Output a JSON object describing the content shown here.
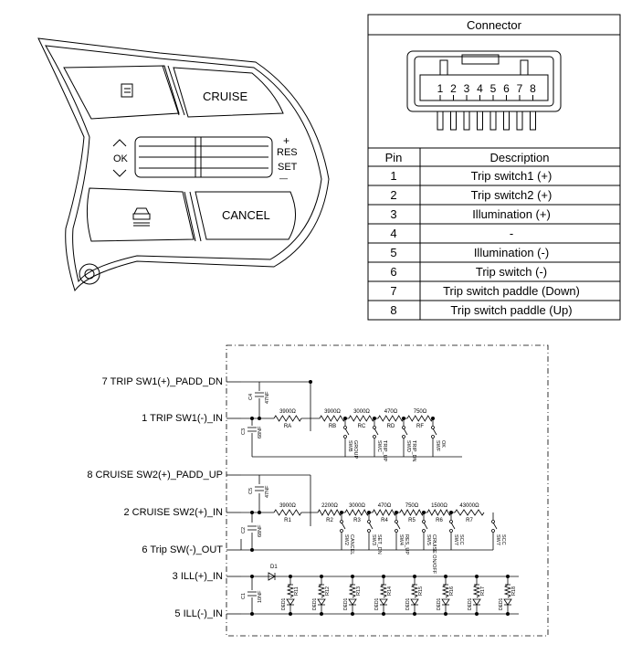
{
  "connector": {
    "title": "Connector",
    "pin_numbers": [
      "1",
      "2",
      "3",
      "4",
      "5",
      "6",
      "7",
      "8"
    ],
    "header": {
      "pin": "Pin",
      "description": "Description"
    },
    "rows": [
      {
        "pin": "1",
        "description": "Trip switch1 (+)"
      },
      {
        "pin": "2",
        "description": "Trip switch2 (+)"
      },
      {
        "pin": "3",
        "description": "Illumination (+)"
      },
      {
        "pin": "4",
        "description": "-"
      },
      {
        "pin": "5",
        "description": "Illumination (-)"
      },
      {
        "pin": "6",
        "description": "Trip switch (-)"
      },
      {
        "pin": "7",
        "description": "Trip switch paddle (Down)"
      },
      {
        "pin": "8",
        "description": "Trip switch paddle (Up)"
      }
    ]
  },
  "switch_panel": {
    "cruise": "CRUISE",
    "cancel": "CANCEL",
    "ok": "OK",
    "res": "RES",
    "set": "SET",
    "plus": "+",
    "minus": "—"
  },
  "schematic": {
    "terminals": {
      "t7": "7 TRIP SW1(+)_PADD_DN",
      "t1": "1 TRIP SW1(-)_IN",
      "t8": "8 CRUISE SW2(+)_PADD_UP",
      "t2": "2 CRUISE SW2(+)_IN",
      "t6": "6 Trip SW(-)_OUT",
      "t3": "3 ILL(+)_IN",
      "t5": "5 ILL(-)_IN"
    },
    "trip_row": {
      "resistors": [
        {
          "name": "RA",
          "value": "3900Ω"
        },
        {
          "name": "RB",
          "value": "3900Ω"
        },
        {
          "name": "RC",
          "value": "3000Ω"
        },
        {
          "name": "RD",
          "value": "470Ω"
        },
        {
          "name": "RF",
          "value": "750Ω"
        }
      ],
      "switches": [
        {
          "name": "SWB",
          "func": "GROUP"
        },
        {
          "name": "SWC",
          "func": "TRIP_UP"
        },
        {
          "name": "SWD",
          "func": "TRIP_DN"
        },
        {
          "name": "SWF",
          "func": "OK"
        }
      ],
      "cap_top": {
        "name": "C4",
        "value": "47NF"
      },
      "cap_bottom": {
        "name": "C3",
        "value": "68NF"
      }
    },
    "cruise_row": {
      "resistors": [
        {
          "name": "R1",
          "value": "3900Ω"
        },
        {
          "name": "R2",
          "value": "2200Ω"
        },
        {
          "name": "R3",
          "value": "3000Ω"
        },
        {
          "name": "R4",
          "value": "470Ω"
        },
        {
          "name": "R5",
          "value": "750Ω"
        },
        {
          "name": "R6",
          "value": "1500Ω"
        },
        {
          "name": "R7",
          "value": "43000Ω"
        }
      ],
      "switches": [
        {
          "name": "SW2",
          "func": "CANCEL"
        },
        {
          "name": "SW3",
          "func": "SET_DN"
        },
        {
          "name": "SW4",
          "func": "RES_UP"
        },
        {
          "name": "SW5",
          "func": "CRUISE ON/OFF"
        },
        {
          "name": "SW7",
          "func": "SCC"
        }
      ],
      "cap_top": {
        "name": "C5",
        "value": "47NF"
      },
      "cap_bottom": {
        "name": "C2",
        "value": "68NF"
      }
    },
    "ill_row": {
      "diode": "D1",
      "cap": {
        "name": "C1",
        "value": "10NF"
      },
      "leds": [
        "R11",
        "R12",
        "R13",
        "R14",
        "R15",
        "R16",
        "R17",
        "R18"
      ],
      "led_label": "DED1"
    }
  },
  "colors": {
    "line": "#000000",
    "panel_fill": "#ffffff",
    "shade": "#cfcfcf"
  }
}
